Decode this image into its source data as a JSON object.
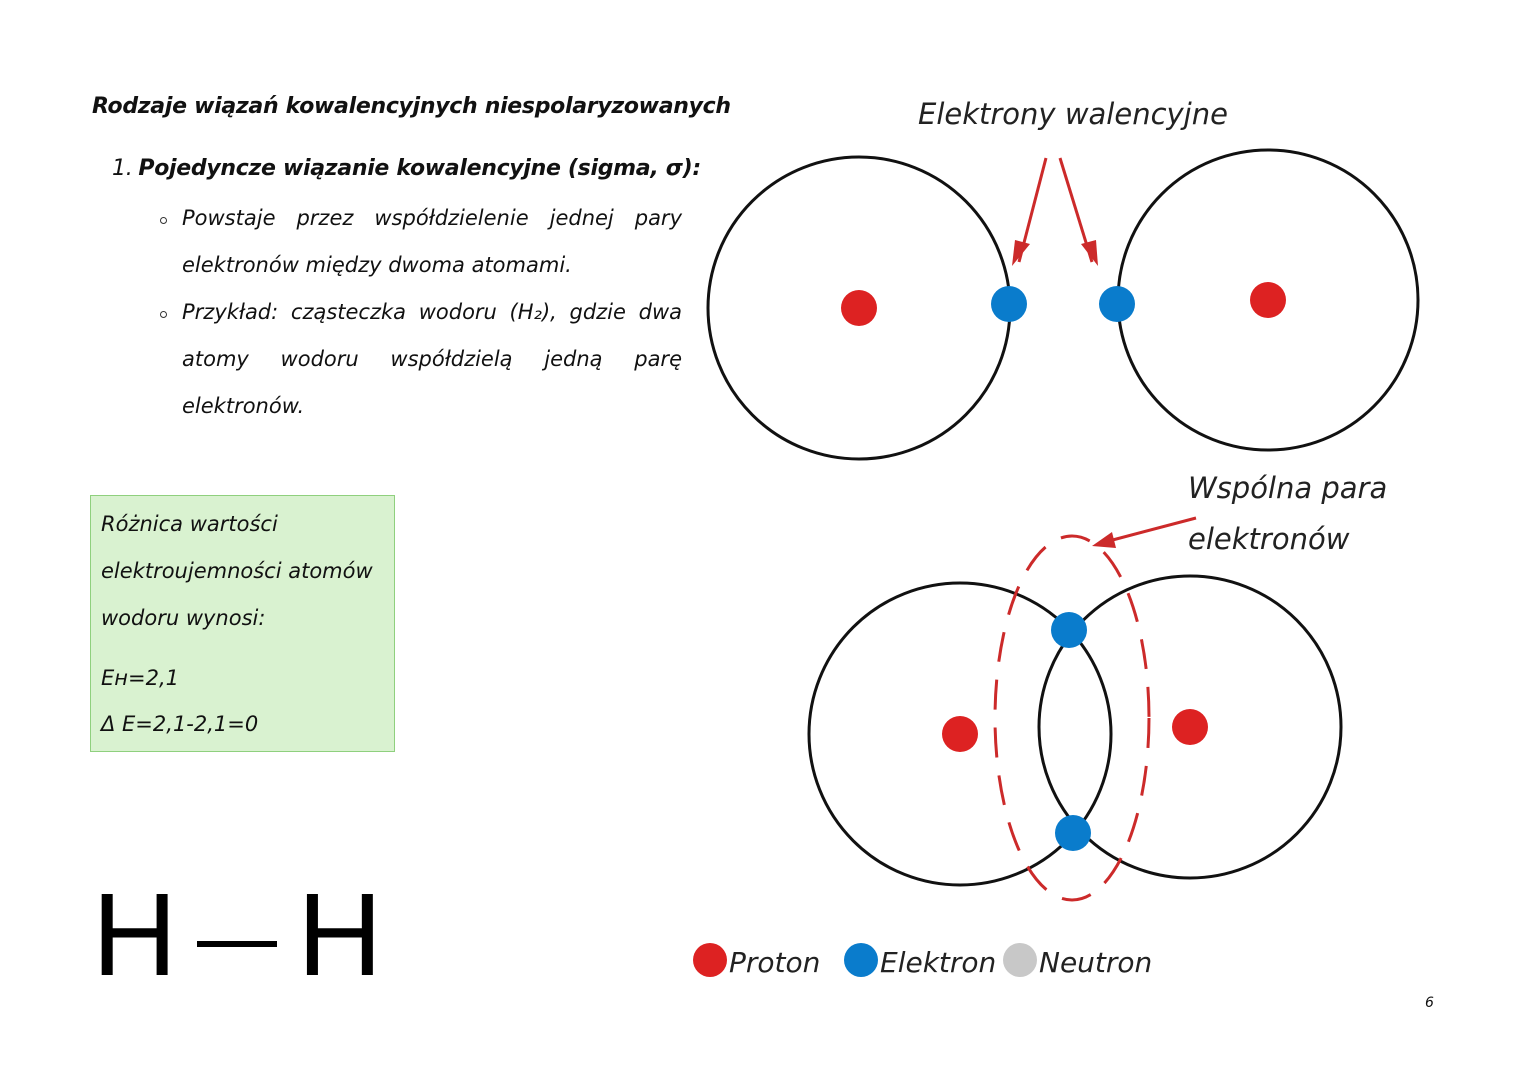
{
  "heading": "Rodzaje wiązań kowalencyjnych niespolaryzowanych",
  "section": {
    "number": "1.",
    "title": "Pojedyncze wiązanie kowalencyjne (sigma, σ):"
  },
  "bullets": [
    {
      "lines": [
        "Powstaje przez współdzielenie jednej pary",
        "elektronów między dwoma atomami."
      ]
    },
    {
      "lines": [
        "Przykład: cząsteczka wodoru (H₂), gdzie dwa",
        "atomy wodoru współdzielą jedną parę",
        "elektronów."
      ]
    }
  ],
  "info_box": {
    "lines": [
      "Różnica wartości",
      "elektroujemności atomów",
      "wodoru wynosi:"
    ],
    "formula1": "Eʜ=2,1",
    "formula2": "Δ E=2,1-2,1=0",
    "bg_color": "#d9f2d0"
  },
  "structural_formula": {
    "left": "H",
    "right": "H"
  },
  "diagram": {
    "label_valence": "Elektrony walencyjne",
    "label_shared_1": "Wspólna para",
    "label_shared_2": "elektronów",
    "legend": [
      {
        "label": "Proton",
        "color": "#dd2222"
      },
      {
        "label": "Elektron",
        "color": "#0a7ccc"
      },
      {
        "label": "Neutron",
        "color": "#c8c8c8"
      }
    ],
    "arrow_color": "#cc2a2a"
  },
  "page_number": "6"
}
